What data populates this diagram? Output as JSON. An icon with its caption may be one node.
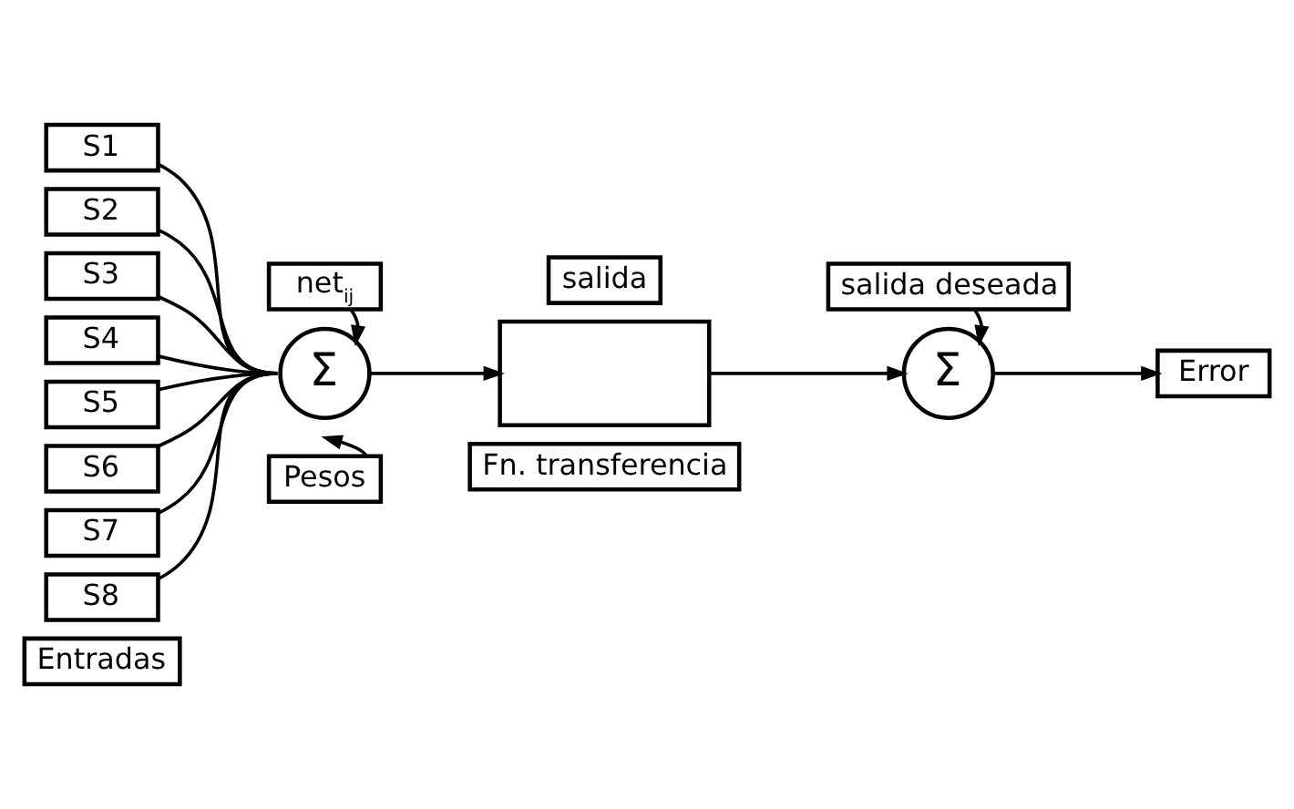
{
  "diagram": {
    "nodes": [
      {
        "text": [
          "S1"
        ]
      },
      {
        "text": [
          "S2"
        ]
      },
      {
        "text": [
          "S3"
        ]
      },
      {
        "text": [
          "S4"
        ]
      },
      {
        "text": [
          "S5"
        ]
      },
      {
        "text": [
          "S6"
        ]
      },
      {
        "text": [
          "S7"
        ]
      },
      {
        "text": [
          "S8"
        ]
      },
      {
        "text": [
          "Entradas"
        ]
      },
      {
        "text": [
          "net$_{ij}$"
        ]
      },
      {
        "text": [
          "Σ"
        ]
      },
      {
        "text": [],
        "shape": "box"
      },
      {
        "text": [
          "salida"
        ]
      },
      {
        "text": [
          "Error"
        ]
      },
      {
        "text": [
          "Σ"
        ]
      },
      {
        "text": [
          "Fn. transferencia"
        ]
      },
      {
        "text": [
          "salida deseada"
        ]
      },
      {
        "text": [
          "Pesos"
        ]
      }
    ],
    "edges": [
      {
        "from": 0,
        "to": 10,
        "arrow": "none"
      },
      {
        "from": 1,
        "to": 10,
        "arrow": "none"
      },
      {
        "from": 2,
        "to": 10,
        "arrow": "none"
      },
      {
        "from": 3,
        "to": 10,
        "arrow": "none"
      },
      {
        "from": 4,
        "to": 10,
        "arrow": "none"
      },
      {
        "from": 5,
        "to": 10,
        "arrow": "none"
      },
      {
        "from": 6,
        "to": 10,
        "arrow": "none"
      },
      {
        "from": 7,
        "to": 10,
        "arrow": "none"
      },
      {
        "from": 9,
        "to": 10,
        "arrow": "to"
      },
      {
        "from": 10,
        "to": 11,
        "arrow": "to"
      },
      {
        "from": 11,
        "to": 14,
        "arrow": "to"
      },
      {
        "from": 16,
        "to": 14,
        "arrow": "to"
      },
      {
        "from": 14,
        "to": 13,
        "arrow": "to"
      },
      {
        "from": 17,
        "to": null,
        "arrow": "to"
      }
    ]
  }
}
